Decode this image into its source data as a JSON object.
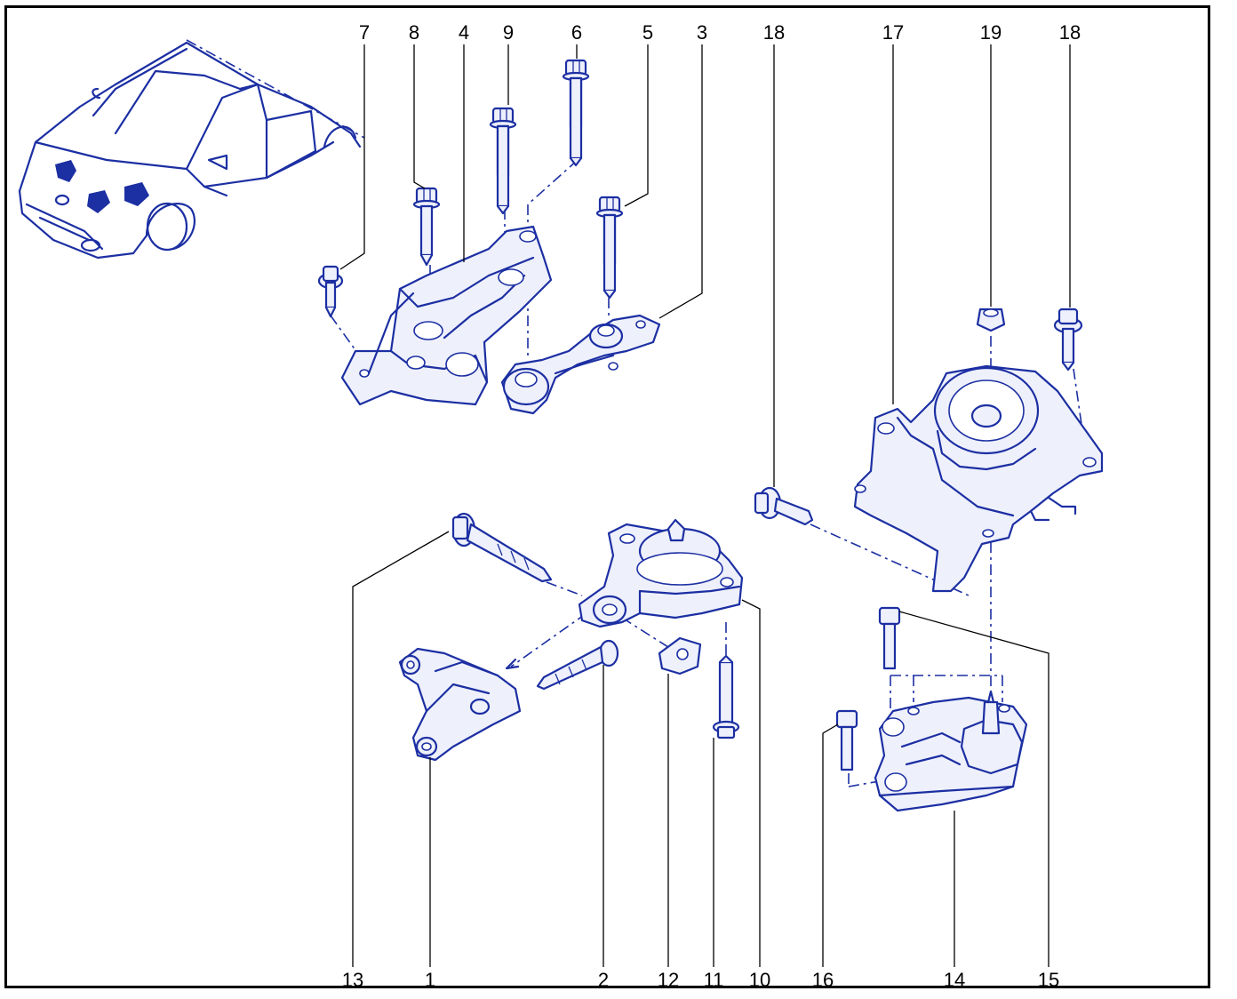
{
  "diagram": {
    "colors": {
      "ink": "#1c2fa3",
      "frame": "#000000",
      "fill": "#eef0fb"
    },
    "callouts": {
      "c1": "1",
      "c2": "2",
      "c3": "3",
      "c4": "4",
      "c5": "5",
      "c6": "6",
      "c7": "7",
      "c8": "8",
      "c9": "9",
      "c10": "10",
      "c11": "11",
      "c12": "12",
      "c13": "13",
      "c14": "14",
      "c15": "15",
      "c16": "16",
      "c17": "17",
      "c18a": "18",
      "c18b": "18",
      "c19": "19"
    }
  }
}
